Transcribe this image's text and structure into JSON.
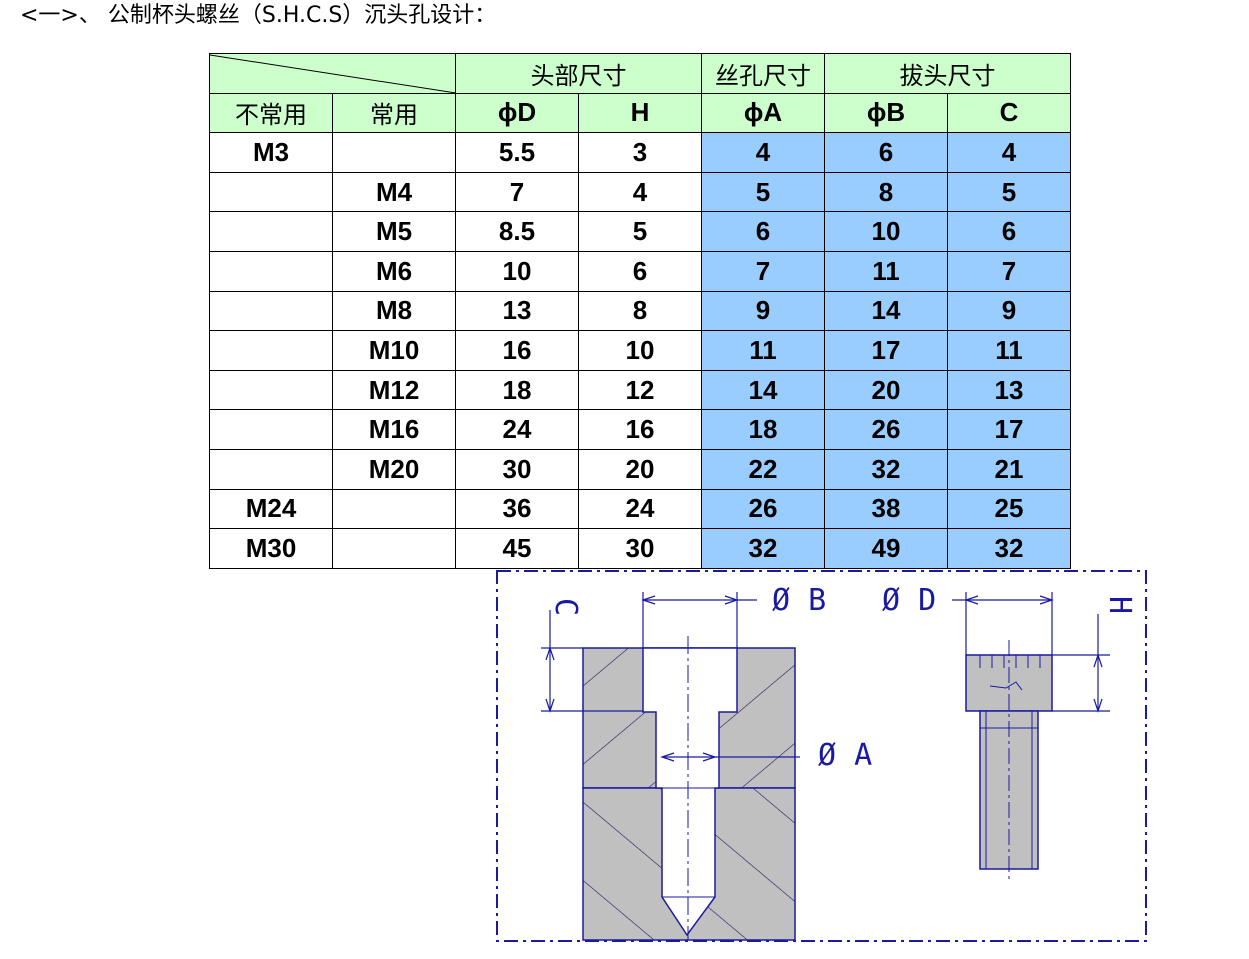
{
  "title": "<一>、 公制杯头螺丝（S.H.C.S）沉头孔设计：",
  "table": {
    "group_headers": [
      "头部尺寸",
      "丝孔尺寸",
      "拔头尺寸"
    ],
    "col_headers": [
      "不常用",
      "常用",
      "ϕD",
      "H",
      "ϕA",
      "ϕB",
      "C"
    ],
    "rows": [
      [
        "M3",
        "",
        "5.5",
        "3",
        "4",
        "6",
        "4"
      ],
      [
        "",
        "M4",
        "7",
        "4",
        "5",
        "8",
        "5"
      ],
      [
        "",
        "M5",
        "8.5",
        "5",
        "6",
        "10",
        "6"
      ],
      [
        "",
        "M6",
        "10",
        "6",
        "7",
        "11",
        "7"
      ],
      [
        "",
        "M8",
        "13",
        "8",
        "9",
        "14",
        "9"
      ],
      [
        "",
        "M10",
        "16",
        "10",
        "11",
        "17",
        "11"
      ],
      [
        "",
        "M12",
        "18",
        "12",
        "14",
        "20",
        "13"
      ],
      [
        "",
        "M16",
        "24",
        "16",
        "18",
        "26",
        "17"
      ],
      [
        "",
        "M20",
        "30",
        "20",
        "22",
        "32",
        "21"
      ],
      [
        "M24",
        "",
        "36",
        "24",
        "26",
        "38",
        "25"
      ],
      [
        "M30",
        "",
        "45",
        "30",
        "32",
        "49",
        "32"
      ]
    ]
  },
  "drawing": {
    "labels": {
      "c": "C",
      "phi_b": "Ø B",
      "phi_d": "Ø D",
      "h": "H",
      "phi_a": "Ø A"
    }
  },
  "colors": {
    "header_green": "#ccffcc",
    "cell_blue": "#99ccff",
    "section_gray": "#c0c0c0",
    "line_blue": "#1a1aa0"
  }
}
